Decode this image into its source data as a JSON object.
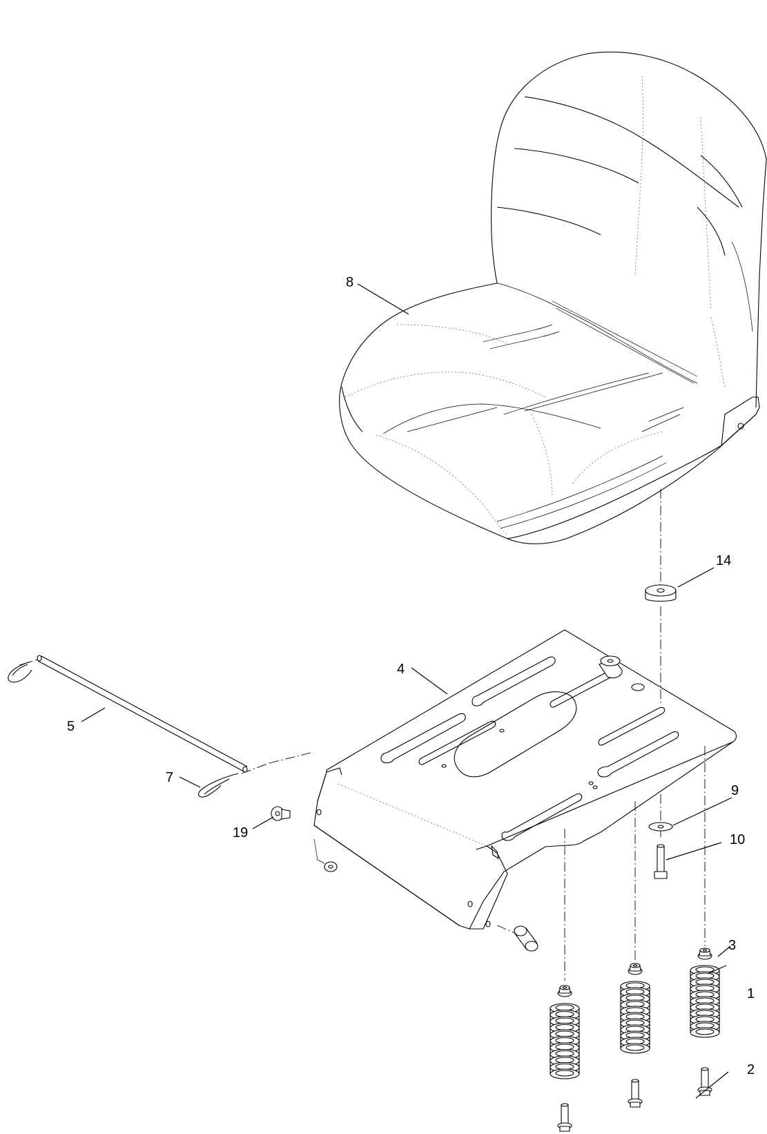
{
  "callouts": {
    "c1": "1",
    "c2": "2",
    "c3": "3",
    "c4": "4",
    "c5": "5",
    "c7": "7",
    "c8": "8",
    "c9": "9",
    "c10": "10",
    "c14": "14",
    "c19": "19"
  }
}
